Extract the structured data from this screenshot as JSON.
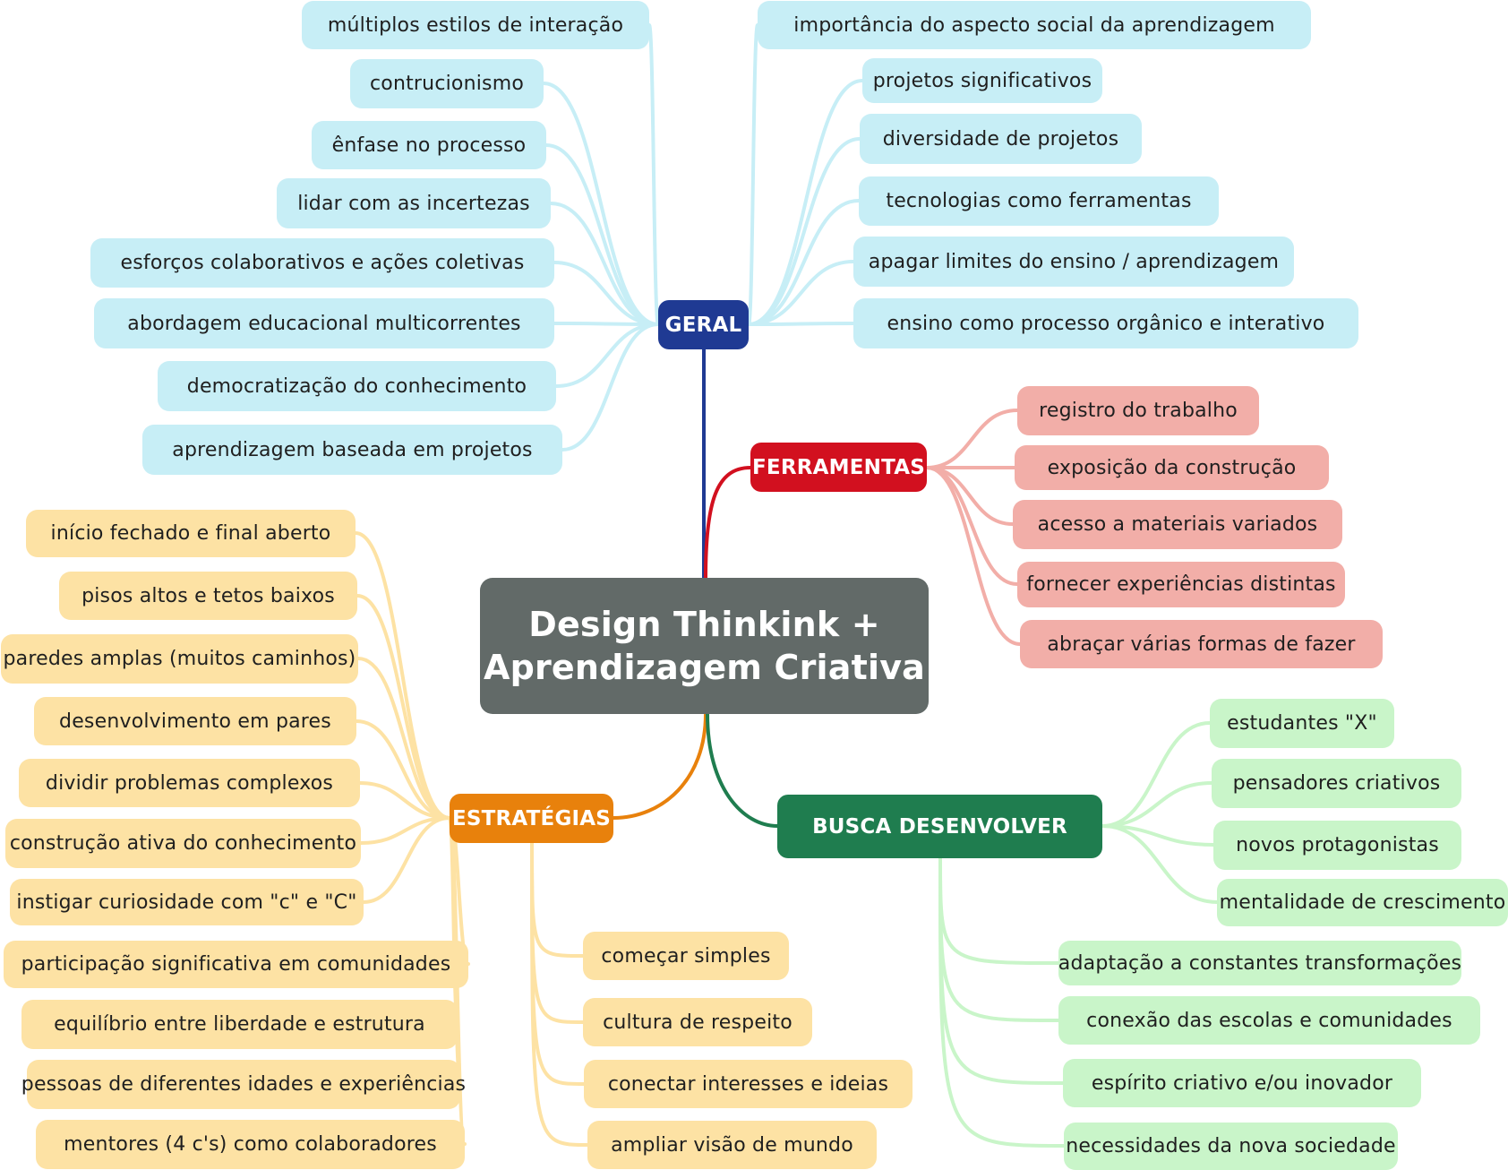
{
  "colors": {
    "root": "#626a68",
    "geral": "#1f3a93",
    "ferramentas": "#d2101f",
    "estrategias": "#e8810c",
    "busca": "#1f7d4f",
    "geral_leaf": "#c7eef6",
    "ferramentas_leaf": "#f2aea8",
    "estrategias_leaf": "#fde2a4",
    "busca_leaf": "#c9f5c9"
  },
  "root": {
    "line1": "Design Thinkink +",
    "line2": "Aprendizagem Criativa"
  },
  "geral": {
    "label": "GERAL",
    "left": [
      "múltiplos estilos de interação",
      "contrucionismo",
      "ênfase no processo",
      "lidar com as incertezas",
      "esforços colaborativos e ações coletivas",
      "abordagem educacional multicorrentes",
      "democratização do conhecimento",
      "aprendizagem baseada em projetos"
    ],
    "right": [
      "importância do aspecto social da aprendizagem",
      "projetos significativos",
      "diversidade de projetos",
      "tecnologias como ferramentas",
      "apagar limites do ensino / aprendizagem",
      "ensino como processo orgânico e interativo"
    ]
  },
  "ferramentas": {
    "label": "FERRAMENTAS",
    "items": [
      "registro do trabalho",
      "exposição da construção",
      "acesso a materiais variados",
      "fornecer experiências distintas",
      "abraçar várias formas de fazer"
    ]
  },
  "estrategias": {
    "label": "ESTRATÉGIAS",
    "left": [
      "início fechado e final aberto",
      "pisos altos e tetos baixos",
      "paredes amplas (muitos caminhos)",
      "desenvolvimento em pares",
      "dividir problemas complexos",
      "construção ativa do conhecimento",
      "instigar curiosidade com \"c\" e \"C\"",
      "participação significativa em comunidades",
      "equilíbrio entre liberdade e estrutura",
      "pessoas de diferentes idades e experiências",
      "mentores (4 c's) como colaboradores"
    ],
    "right": [
      "começar simples",
      "cultura de respeito",
      "conectar interesses e ideias",
      "ampliar visão de mundo"
    ]
  },
  "busca": {
    "label": "BUSCA DESENVOLVER",
    "upper": [
      "estudantes \"X\"",
      "pensadores criativos",
      "novos protagonistas",
      "mentalidade de crescimento"
    ],
    "lower": [
      "adaptação a constantes transformações",
      "conexão das escolas e comunidades",
      "espírito criativo e/ou inovador",
      "necessidades da nova sociedade"
    ]
  }
}
